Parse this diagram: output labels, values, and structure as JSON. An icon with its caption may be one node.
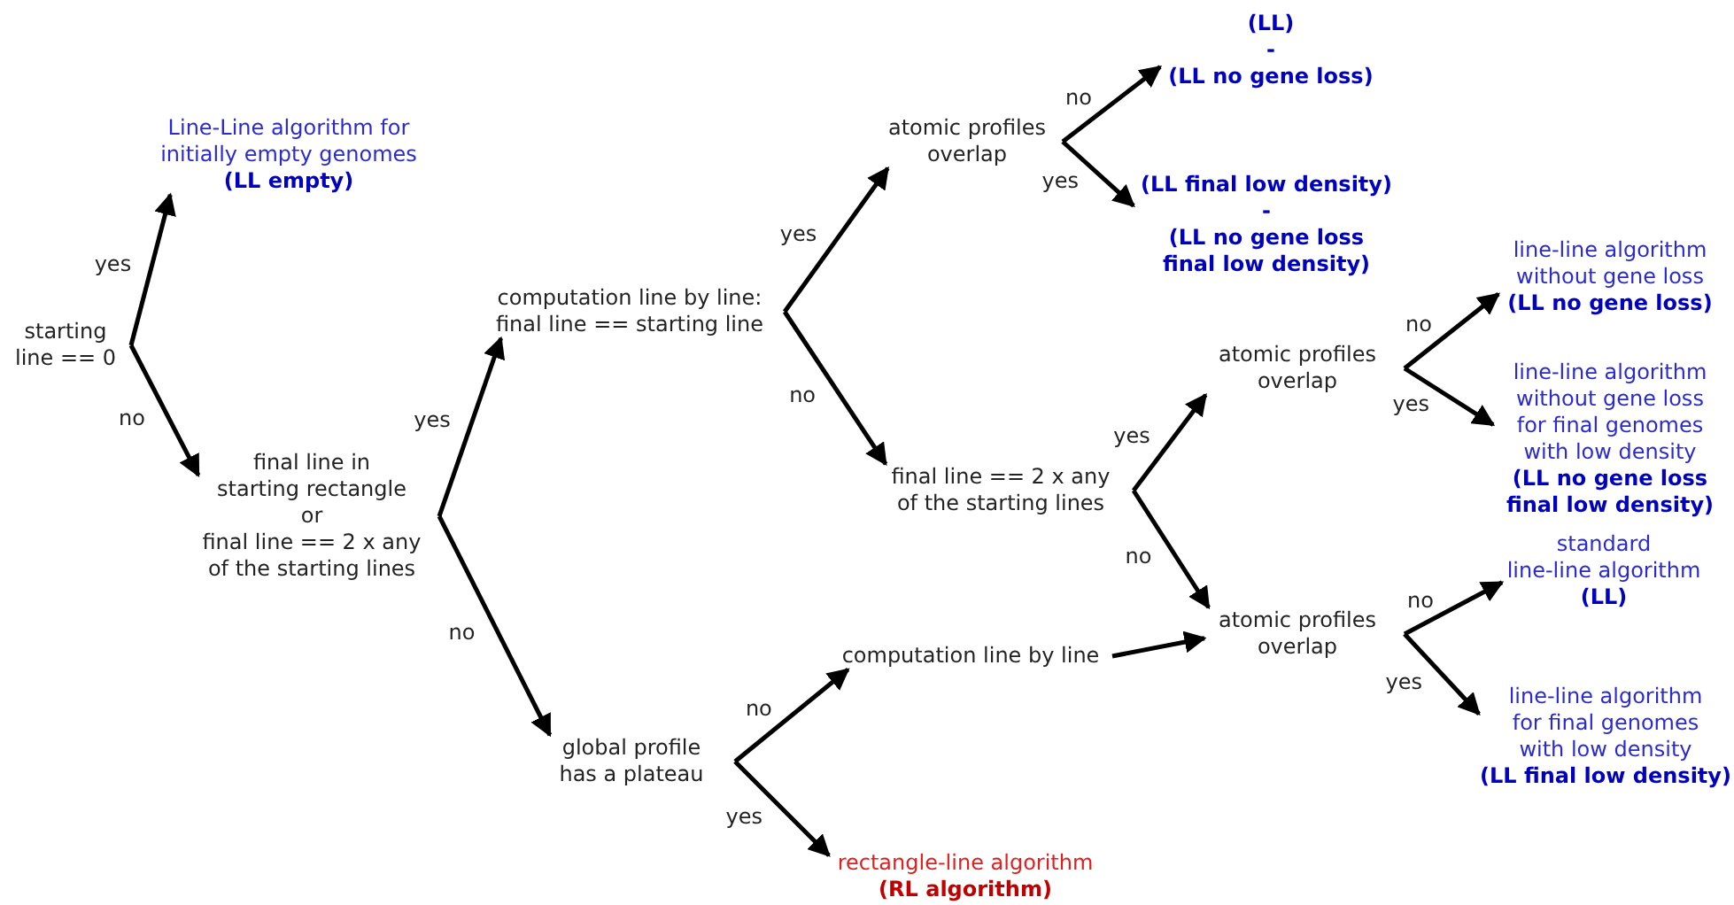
{
  "diagram": {
    "nodes": [
      {
        "text": [
          "starting line == 0"
        ]
      },
      {
        "text": [
          "Line-Line algorithm for initially empty genomes",
          "(LL empty)"
        ]
      },
      {
        "text": [
          "final line in starting rectangle or final line == 2 x any of the starting lines"
        ]
      },
      {
        "text": [
          "computation line by line: final line == starting line"
        ]
      },
      {
        "text": [
          "global profile has a plateau"
        ]
      },
      {
        "text": [
          "atomic profiles overlap"
        ]
      },
      {
        "text": [
          "final line == 2 x any of the starting lines"
        ]
      },
      {
        "text": [
          "computation line by line"
        ]
      },
      {
        "text": [
          "rectangle-line algorithm",
          "(RL algorithm)"
        ]
      },
      {
        "text": [
          "(LL)",
          "-",
          "(LL no gene loss)"
        ]
      },
      {
        "text": [
          "(LL final low density)",
          "-",
          "(LL no gene loss final low density)"
        ]
      },
      {
        "text": [
          "atomic profiles overlap"
        ]
      },
      {
        "text": [
          "atomic profiles overlap"
        ]
      },
      {
        "text": [
          "line-line algorithm without gene loss",
          "(LL no gene loss)"
        ]
      },
      {
        "text": [
          "line-line algorithm without gene loss for final genomes with low density",
          "(LL no gene loss final low density)"
        ]
      },
      {
        "text": [
          "standard line-line algorithm",
          "(LL)"
        ]
      },
      {
        "text": [
          "line-line algorithm for final genomes with low density",
          "(LL final low density)"
        ]
      }
    ],
    "edges": [
      {
        "from": 0,
        "to": 1,
        "arrow": "to",
        "label": "yes"
      },
      {
        "from": 0,
        "to": 2,
        "arrow": "to",
        "label": "no"
      },
      {
        "from": 2,
        "to": 3,
        "arrow": "to",
        "label": "yes"
      },
      {
        "from": 2,
        "to": 4,
        "arrow": "to",
        "label": "no"
      },
      {
        "from": 3,
        "to": 5,
        "arrow": "to",
        "label": "yes"
      },
      {
        "from": 3,
        "to": 6,
        "arrow": "to",
        "label": "no"
      },
      {
        "from": 4,
        "to": 7,
        "arrow": "to",
        "label": "no"
      },
      {
        "from": 4,
        "to": 8,
        "arrow": "to",
        "label": "yes"
      },
      {
        "from": 5,
        "to": 9,
        "arrow": "to",
        "label": "no"
      },
      {
        "from": 5,
        "to": 10,
        "arrow": "to",
        "label": "yes"
      },
      {
        "from": 6,
        "to": 11,
        "arrow": "to",
        "label": "yes"
      },
      {
        "from": 6,
        "to": 12,
        "arrow": "to",
        "label": "no"
      },
      {
        "from": 7,
        "to": 12,
        "arrow": "to"
      },
      {
        "from": 11,
        "to": 13,
        "arrow": "to",
        "label": "no"
      },
      {
        "from": 11,
        "to": 14,
        "arrow": "to",
        "label": "yes"
      },
      {
        "from": 12,
        "to": 15,
        "arrow": "to",
        "label": "no"
      },
      {
        "from": 12,
        "to": 16,
        "arrow": "to",
        "label": "yes"
      }
    ]
  }
}
